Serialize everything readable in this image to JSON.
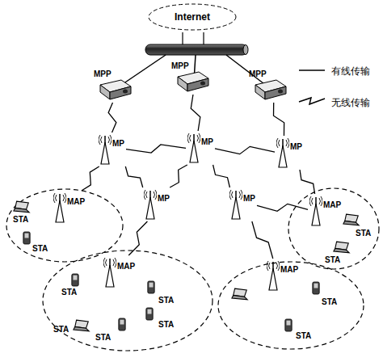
{
  "diagram": {
    "nodes": [
      {
        "text": [
          "Internet"
        ]
      },
      {
        "text": [
          "MPP"
        ]
      },
      {
        "text": [
          "MPP"
        ]
      },
      {
        "text": [
          "MPP"
        ]
      },
      {
        "text": [
          "MP"
        ]
      },
      {
        "text": [
          "MP"
        ]
      },
      {
        "text": [
          "MP"
        ]
      },
      {
        "text": [
          "MP"
        ]
      },
      {
        "text": [
          "MP"
        ]
      },
      {
        "text": [
          "MAP"
        ]
      },
      {
        "text": [
          "MAP"
        ]
      },
      {
        "text": [
          "MAP"
        ]
      },
      {
        "text": [
          "MAP"
        ]
      }
    ],
    "edges": [
      {
        "from": 1,
        "to": 4,
        "arrow": "none"
      },
      {
        "from": 2,
        "to": 5,
        "arrow": "none"
      },
      {
        "from": 3,
        "to": 6,
        "arrow": "none"
      },
      {
        "from": 4,
        "to": 5,
        "arrow": "none"
      },
      {
        "from": 5,
        "to": 6,
        "arrow": "none"
      },
      {
        "from": 4,
        "to": 9,
        "arrow": "none"
      },
      {
        "from": 4,
        "to": 7,
        "arrow": "none"
      },
      {
        "from": 5,
        "to": 7,
        "arrow": "none"
      },
      {
        "from": 5,
        "to": 8,
        "arrow": "none"
      },
      {
        "from": 8,
        "to": 10,
        "arrow": "none"
      },
      {
        "from": 6,
        "to": 10,
        "arrow": "none"
      },
      {
        "from": 7,
        "to": 11,
        "arrow": "none"
      },
      {
        "from": 8,
        "to": 12,
        "arrow": "none"
      }
    ],
    "labels": [
      "STA",
      "STA",
      "STA",
      "STA",
      "STA",
      "STA",
      "STA",
      "STA",
      "STA",
      "STA",
      "STA"
    ],
    "legend": [
      {
        "text": "有线传输"
      },
      {
        "text": "无线传输"
      }
    ]
  }
}
